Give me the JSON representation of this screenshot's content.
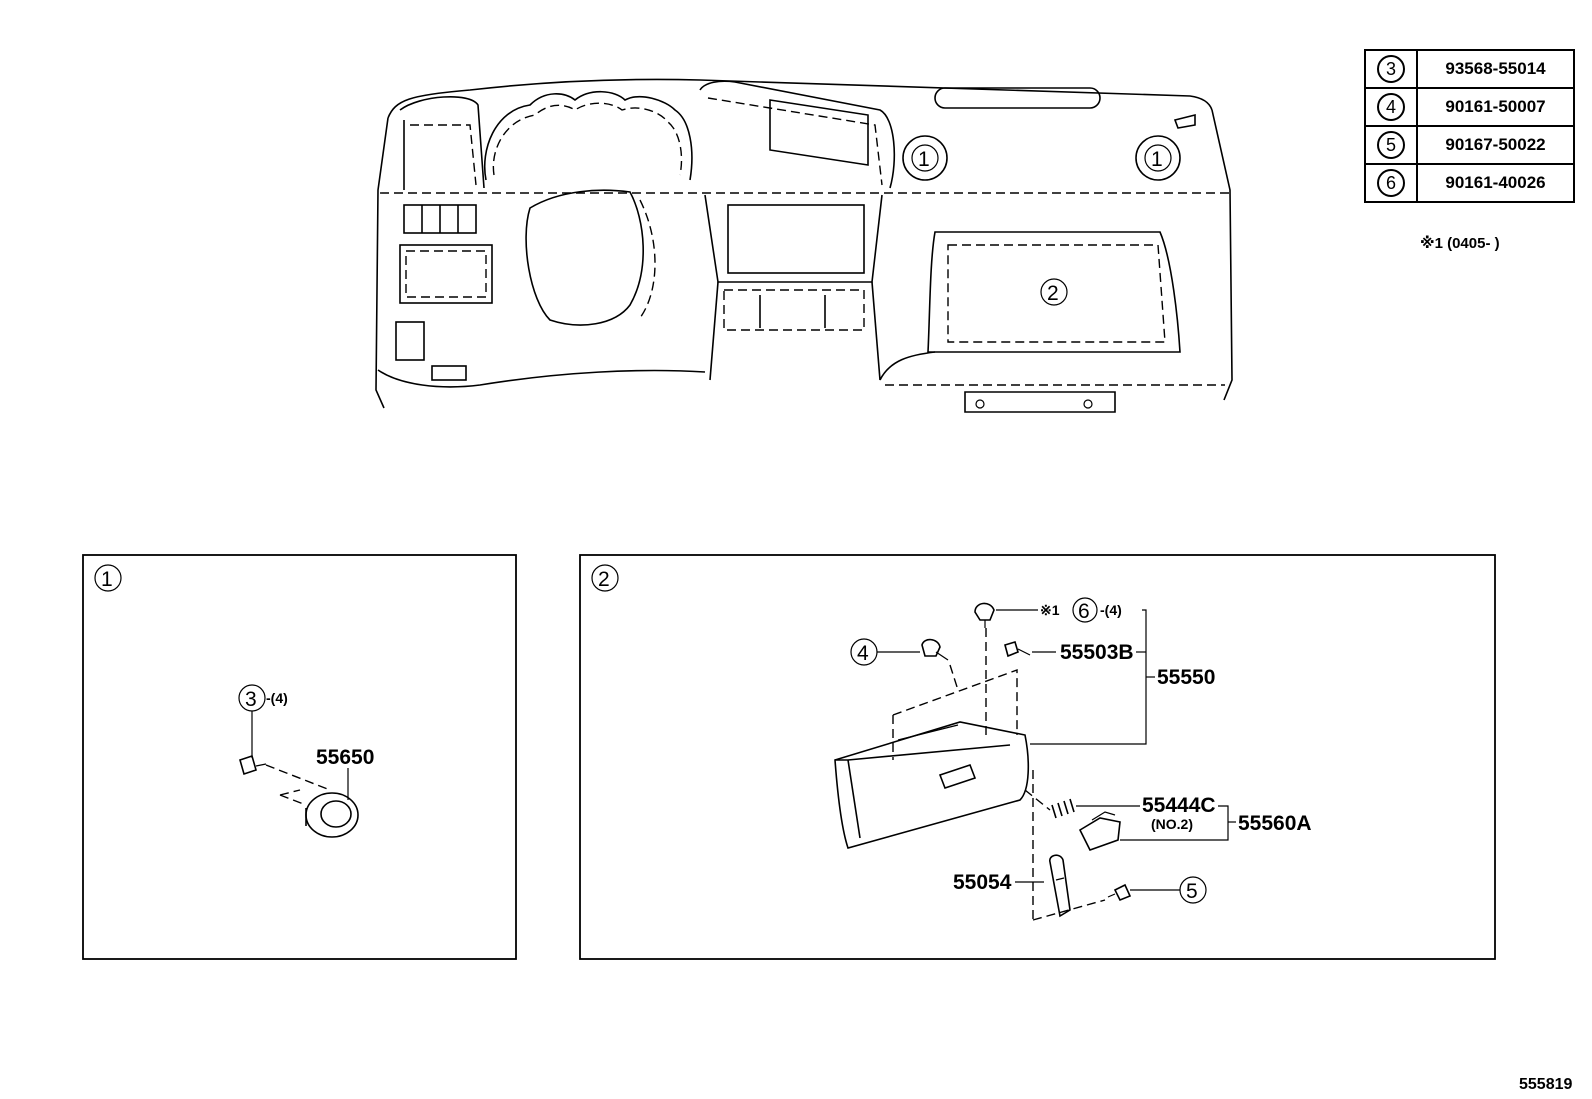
{
  "reference_table": [
    {
      "circle": "3",
      "part": "93568-55014"
    },
    {
      "circle": "4",
      "part": "90161-50007"
    },
    {
      "circle": "5",
      "part": "90167-50022"
    },
    {
      "circle": "6",
      "part": "90161-40026"
    }
  ],
  "date_note": "※1 (0405-    )",
  "dashboard_callouts": {
    "vent_left": "1",
    "vent_right": "1",
    "glovebox": "2"
  },
  "panel1": {
    "label": "1",
    "bolt_circle": "3",
    "bolt_qty": "-(4)",
    "vent_part": "55650"
  },
  "panel2": {
    "label": "2",
    "note": "※1",
    "clip_circle": "6",
    "clip_qty": "-(4)",
    "screw_circle": "4",
    "stopper_part": "55503B",
    "box_assy": "55550",
    "spring_part": "55444C",
    "spring_note": "(NO.2)",
    "lock_assy": "55560A",
    "damper_part": "55054",
    "bottom_screw_circle": "5"
  },
  "figure_code": "555819"
}
